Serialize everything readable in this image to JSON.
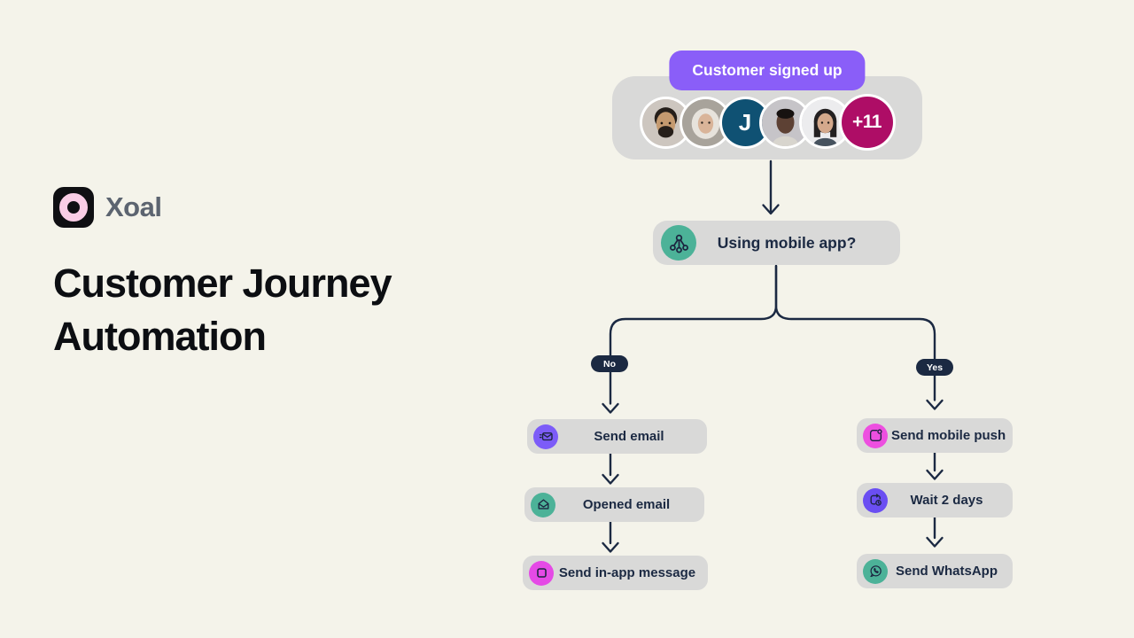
{
  "brand": {
    "name": "Xoal",
    "logo": {
      "bg": "#0f0f13",
      "ring": "#f9cde6"
    }
  },
  "page_title": "Customer Journey Automation",
  "diagram": {
    "line_color": "#1b2942",
    "node_bg": "#d9d9d8",
    "text_color": "#1b2942",
    "trigger": {
      "label": "Customer signed up",
      "label_bg": "#8a5ef8",
      "avatars": [
        {
          "name": "man-with-beard",
          "bg": "#cdc6bf",
          "skin": "#c59a6f",
          "hair": "#261f1a"
        },
        {
          "name": "woman-with-headscarf",
          "bg": "#a8a39b",
          "skin": "#d9b499",
          "scarf": "#e7e3dc"
        },
        {
          "name": "letter-avatar",
          "text": "J",
          "bg": "#0f5173"
        },
        {
          "name": "young-man",
          "bg": "#c6c4c8",
          "skin": "#5d4134",
          "hair": "#171210",
          "shirt": "#d8d5ce"
        },
        {
          "name": "woman-dark-hair",
          "bg": "#ececee",
          "skin": "#d4a98c",
          "hair": "#232021",
          "shirt": "#46525e"
        },
        {
          "name": "overflow-count",
          "text": "+11",
          "bg": "#ae0d66"
        }
      ]
    },
    "decision": {
      "label": "Using mobile app?",
      "icon": "split-icon",
      "icon_bg": "#4cb298"
    },
    "branch_no": {
      "label": "No",
      "pill_bg": "#1b2942",
      "nodes": [
        {
          "label": "Send email",
          "icon": "send-email-icon",
          "icon_bg": "#7c5cf8"
        },
        {
          "label": "Opened email",
          "icon": "opened-email-icon",
          "icon_bg": "#4cb298"
        },
        {
          "label": "Send in-app message",
          "icon": "in-app-message-icon",
          "icon_bg": "#e54ae6"
        }
      ]
    },
    "branch_yes": {
      "label": "Yes",
      "pill_bg": "#1b2942",
      "nodes": [
        {
          "label": "Send mobile push",
          "icon": "mobile-push-icon",
          "icon_bg": "#ed4fe0"
        },
        {
          "label": "Wait 2 days",
          "icon": "wait-icon",
          "icon_bg": "#6a4ef2"
        },
        {
          "label": "Send WhatsApp",
          "icon": "whatsapp-icon",
          "icon_bg": "#4cb298"
        }
      ]
    }
  }
}
